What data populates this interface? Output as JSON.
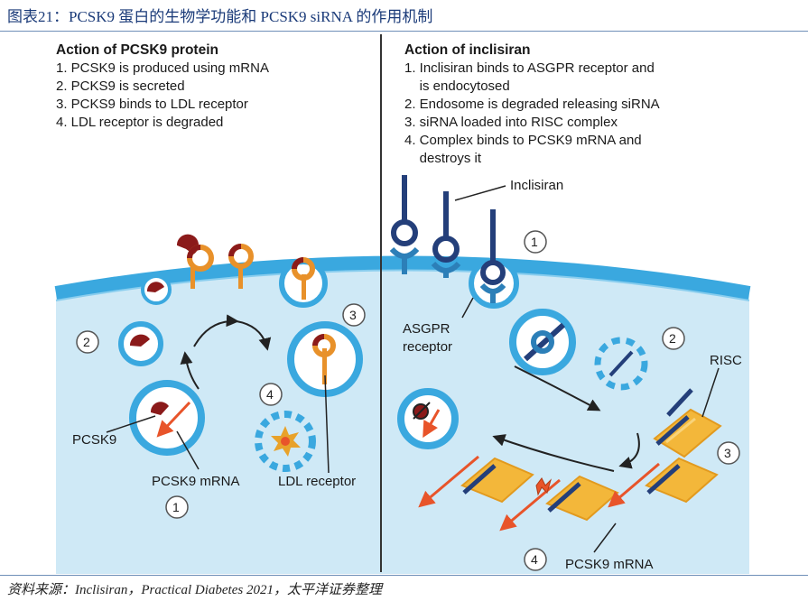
{
  "caption": "图表21：PCSK9 蛋白的生物学功能和 PCSK9 siRNA 的作用机制",
  "source": "资料来源：Inclisiran，Practical Diabetes 2021，太平洋证券整理",
  "left": {
    "title": "Action of PCSK9 protein",
    "steps": [
      "1. PCSK9 is produced using mRNA",
      "2. PCKS9 is secreted",
      "3. PCKS9 binds to LDL receptor",
      "4. LDL receptor is degraded"
    ],
    "labels": {
      "pcsk9": "PCSK9",
      "mrna": "PCSK9 mRNA",
      "ldl_receptor": "LDL receptor"
    },
    "step_numbers": [
      "1",
      "2",
      "3",
      "4"
    ]
  },
  "right": {
    "title": "Action of inclisiran",
    "steps": [
      "1. Inclisiran binds to ASGPR receptor and",
      "    is endocytosed",
      "2. Endosome is degraded releasing siRNA",
      "3. siRNA loaded into RISC complex",
      "4. Complex binds to PCSK9 mRNA and",
      "    destroys it"
    ],
    "labels": {
      "inclisiran": "Inclisiran",
      "asgpr_1": "ASGPR",
      "asgpr_2": "receptor",
      "risc": "RISC",
      "mrna": "PCSK9 mRNA"
    },
    "step_numbers": [
      "1",
      "2",
      "3",
      "4"
    ]
  }
}
